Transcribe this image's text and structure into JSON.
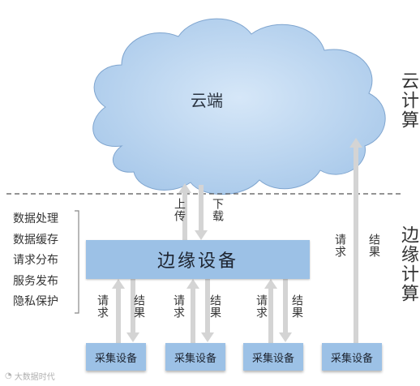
{
  "cloud": {
    "label": "云端"
  },
  "layers": {
    "cloud_computing": "云计算",
    "edge_computing": "边缘计算"
  },
  "edge_device": {
    "label": "边缘设备"
  },
  "functions": [
    "数据处理",
    "数据缓存",
    "请求分布",
    "服务发布",
    "隐私保护"
  ],
  "links": {
    "upload": "上传",
    "download": "下载",
    "request": "请求",
    "result": "结果"
  },
  "devices": [
    "采集设备",
    "采集设备",
    "采集设备",
    "采集设备"
  ],
  "watermark": "大数据时代",
  "colors": {
    "cloud_fill": "#bcd7f1",
    "box_fill": "#9cc1e6",
    "arrow": "#d4d4d4",
    "divider": "#555555"
  }
}
